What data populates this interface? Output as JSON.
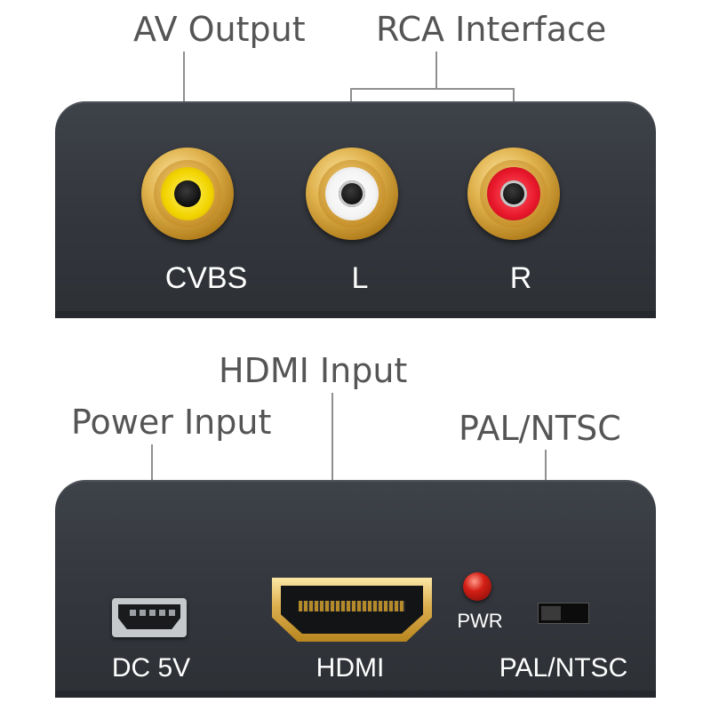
{
  "top_panel": {
    "callouts": {
      "av_output": "AV Output",
      "rca_interface": "RCA Interface"
    },
    "ports": [
      {
        "label": "CVBS",
        "color": "#f2d400"
      },
      {
        "label": "L",
        "color": "#ffffff"
      },
      {
        "label": "R",
        "color": "#e8172a"
      }
    ]
  },
  "bottom_panel": {
    "callouts": {
      "power_input": "Power Input",
      "hdmi_input": "HDMI Input",
      "pal_ntsc": "PAL/NTSC"
    },
    "labels": {
      "dc_5v": "DC 5V",
      "hdmi": "HDMI",
      "pwr": "PWR",
      "pal_ntsc": "PAL/NTSC"
    },
    "led_color": "#d42016"
  },
  "colors": {
    "panel": "#383b41",
    "gold": "#d6a845",
    "callout_text": "#555555"
  }
}
